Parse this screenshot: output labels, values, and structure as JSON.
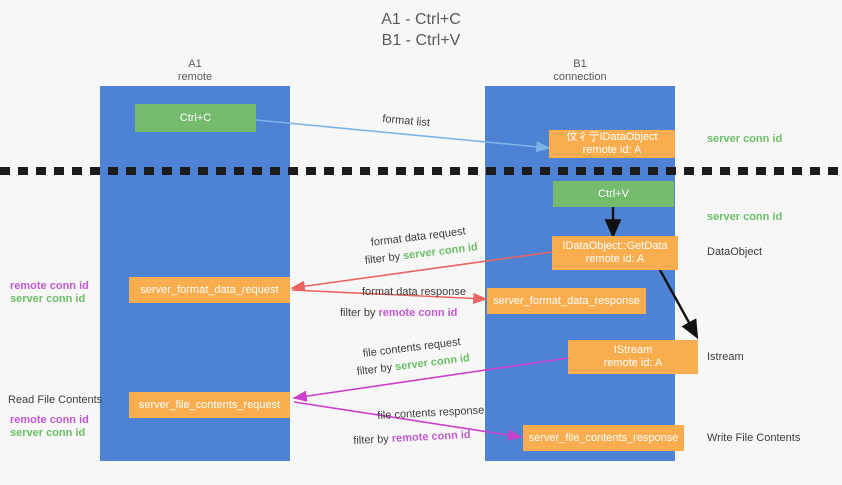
{
  "title": {
    "line1": "A1 - Ctrl+C",
    "line2": "B1 - Ctrl+V"
  },
  "colors": {
    "lane": "#4e82d4",
    "node_orange": "#f9ad4e",
    "node_green": "#74bb6e",
    "server_conn_id": "#6cbf67",
    "remote_conn_id": "#c05ad0",
    "arrow_red": "#e8655f",
    "arrow_magenta": "#cc3fcc",
    "arrow_blue": "#7fb3e8",
    "arrow_black": "#111111",
    "divider": "#1c1c1c",
    "background": "#f7f7f7"
  },
  "columns": [
    {
      "name": "A1",
      "sub": "remote"
    },
    {
      "name": "B1",
      "sub": "connection"
    }
  ],
  "nodes": {
    "ctrl_c": {
      "line1": "Ctrl+C",
      "line2": ""
    },
    "ctrl_v": {
      "line1": "Ctrl+V",
      "line2": ""
    },
    "idataobject": {
      "line1": "伩彳亍IDataObject",
      "line2": "remote id: A"
    },
    "getdata": {
      "line1": "IDataObject::GetData",
      "line2": "remote id: A"
    },
    "istream": {
      "line1": "IStream",
      "line2": "remote id: A"
    },
    "fmt_req": {
      "line1": "server_format_data_request",
      "line2": ""
    },
    "fmt_res": {
      "line1": "server_format_data_response",
      "line2": ""
    },
    "file_req": {
      "line1": "server_file_contents_request",
      "line2": ""
    },
    "file_res": {
      "line1": "server_file_contents_response",
      "line2": ""
    }
  },
  "right_labels": {
    "server_conn_id_top": "server conn id",
    "server_conn_id_mid": "server conn id",
    "dataobject": "DataObject",
    "istream": "Istream",
    "write_file_contents": "Write File Contents"
  },
  "left_labels": {
    "remote_conn_id_1": "remote conn id",
    "server_conn_id_1": "server conn id",
    "read_file_contents": "Read File Contents",
    "remote_conn_id_2": "remote conn id",
    "server_conn_id_2": "server conn id"
  },
  "edges": {
    "format_list": "format list",
    "fmt_req_l1": "format data request",
    "fmt_req_filter_pre": "filter by",
    "fmt_req_filter_key": "server conn id",
    "fmt_res_l1": "format data response",
    "fmt_res_filter_pre": "filter by",
    "fmt_res_filter_key": "remote conn id",
    "file_req_l1": "file contents request",
    "file_req_filter_pre": "filter by",
    "file_req_filter_key": "server conn id",
    "file_res_l1": "file contents response",
    "file_res_filter_pre": "filter by",
    "file_res_filter_key": "remote conn id"
  }
}
